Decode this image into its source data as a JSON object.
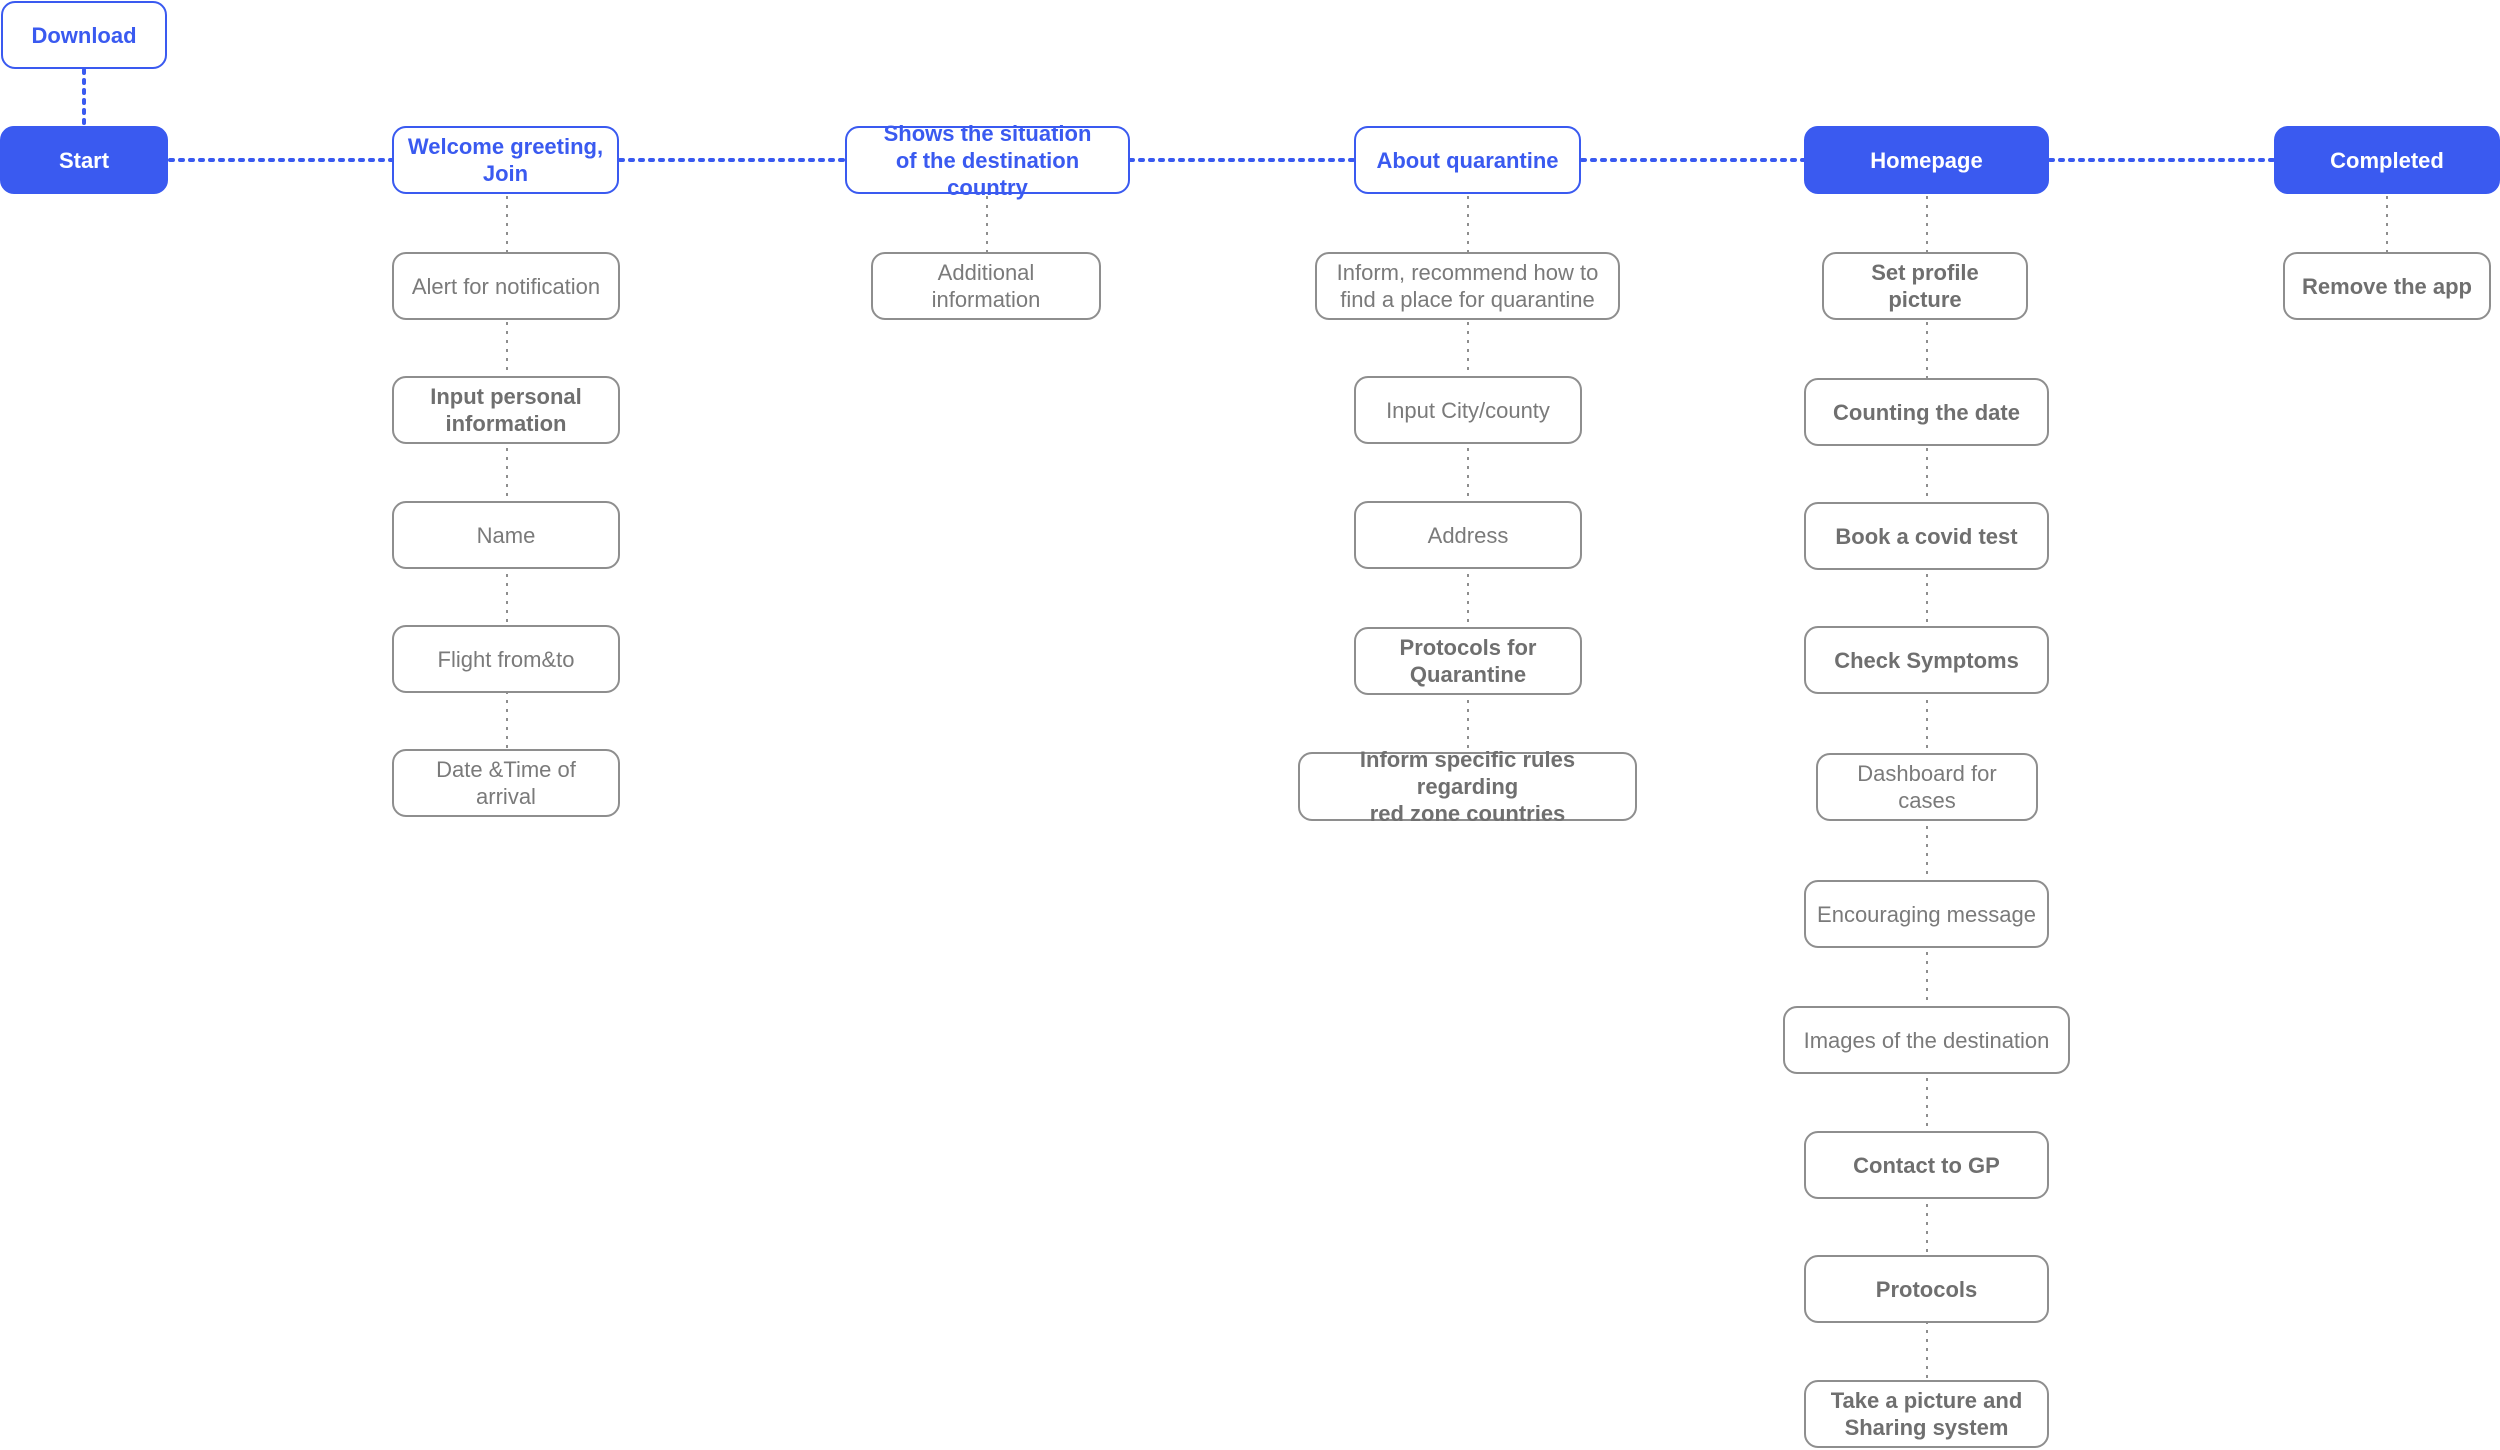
{
  "colors": {
    "accent": "#3a5af0",
    "sub_border": "#8e8e8e",
    "sub_text": "#7a7a7a"
  },
  "nodes": {
    "download": "Download",
    "start": "Start",
    "welcome": "Welcome greeting,\nJoin",
    "situation": "Shows the situation\nof the destination country",
    "quarantine": "About quarantine",
    "homepage": "Homepage",
    "completed": "Completed"
  },
  "welcome_children": [
    "Alert for notification",
    "Input personal\ninformation",
    "Name",
    "Flight from&to",
    "Date &Time of arrival"
  ],
  "situation_children": [
    "Additional information"
  ],
  "quarantine_children": [
    "Inform, recommend how to\nfind a place for quarantine",
    "Input City/county",
    "Address",
    "Protocols for\nQuarantine",
    "Inform specific rules regarding\nred zone countries"
  ],
  "homepage_children": [
    "Set profile picture",
    "Counting the date",
    "Book a covid test",
    "Check Symptoms",
    "Dashboard for cases",
    "Encouraging message",
    "Images of  the destination",
    "Contact to GP",
    "Protocols",
    "Take a picture and\nSharing system"
  ],
  "completed_children": [
    "Remove the app"
  ]
}
